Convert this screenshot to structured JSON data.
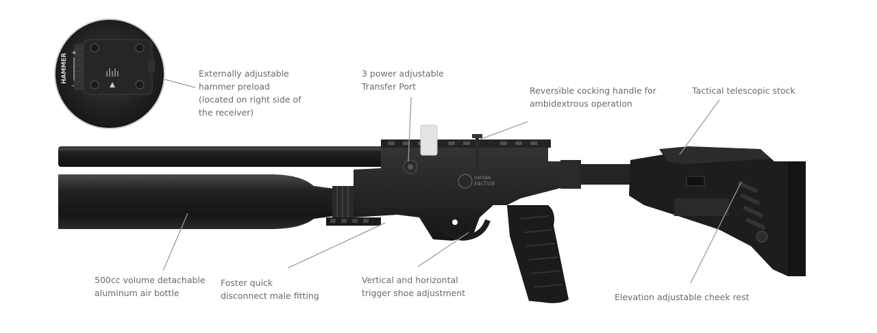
{
  "callouts": {
    "hammer": {
      "lines": [
        "Externally adjustable",
        "hammer preload",
        "(located on right side of",
        "the receiver)"
      ]
    },
    "transfer": {
      "lines": [
        "3 power adjustable",
        "Transfer Port"
      ]
    },
    "cocking": {
      "lines": [
        "Reversible cocking handle for",
        "ambidextrous operation"
      ]
    },
    "stock": {
      "lines": [
        "Tactical telescopic stock"
      ]
    },
    "bottle": {
      "lines": [
        "500cc volume detachable",
        "aluminum air bottle"
      ]
    },
    "foster": {
      "lines": [
        "Foster quick",
        "disconnect male fitting"
      ]
    },
    "trigger": {
      "lines": [
        "Vertical and horizontal",
        "trigger shoe adjustment"
      ]
    },
    "cheek": {
      "lines": [
        "Elevation adjustable cheek rest"
      ]
    }
  },
  "inset": {
    "label": "HAMMER",
    "plus": "+",
    "minus": "–"
  },
  "receiver_logo": {
    "line1": "HATSAN",
    "line2": "FACTOR"
  },
  "colors": {
    "metal": "#1c1c1c",
    "metal_light": "#3a3a3a",
    "leader": "#9c9c9c",
    "text": "#6a6a6a"
  }
}
